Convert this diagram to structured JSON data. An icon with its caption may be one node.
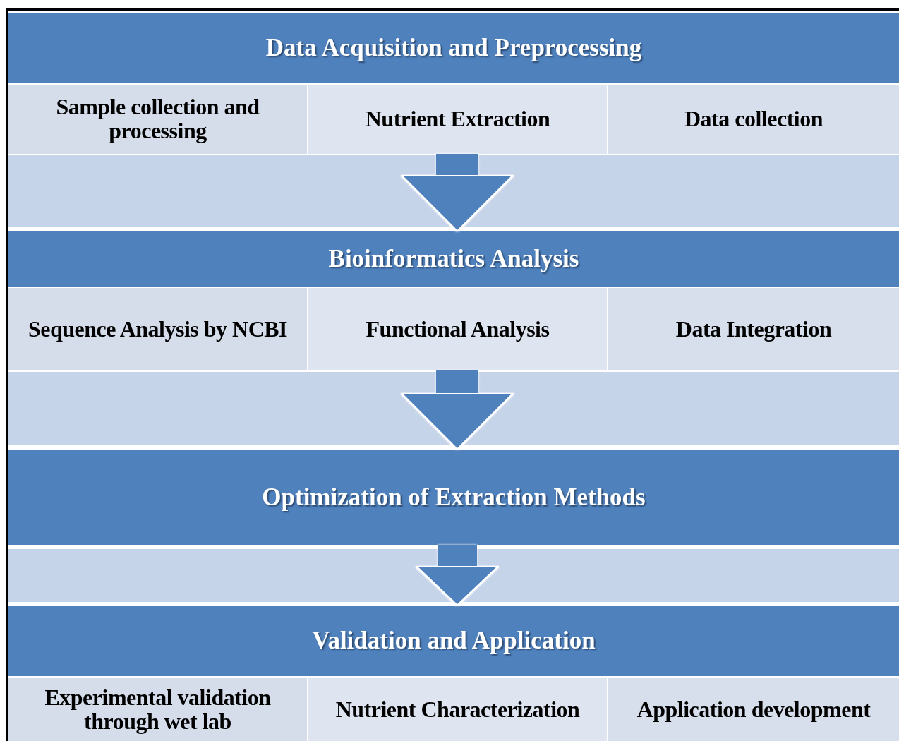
{
  "diagram": {
    "nodes": [
      {
        "text": [
          "Data Acquisition and Preprocessing"
        ]
      },
      {
        "text": [
          "Sample collection and processing"
        ]
      },
      {
        "text": [
          "Nutrient Extraction"
        ]
      },
      {
        "text": [
          "Data collection"
        ]
      },
      {
        "text": [
          "Bioinformatics Analysis"
        ]
      },
      {
        "text": [
          "Sequence Analysis by NCBI"
        ]
      },
      {
        "text": [
          "Functional Analysis"
        ]
      },
      {
        "text": [
          "Data Integration"
        ]
      },
      {
        "text": [
          "Optimization of Extraction Methods"
        ]
      },
      {
        "text": [
          "Validation and Application"
        ]
      },
      {
        "text": [
          "Experimental validation through wet lab"
        ]
      },
      {
        "text": [
          "Nutrient Characterization"
        ]
      },
      {
        "text": [
          "Application development"
        ]
      }
    ],
    "edges": [
      {
        "from": 2,
        "to": 4,
        "arrow": "to"
      },
      {
        "from": 6,
        "to": 8,
        "arrow": "to"
      },
      {
        "from": 8,
        "to": 9,
        "arrow": "to"
      }
    ]
  }
}
